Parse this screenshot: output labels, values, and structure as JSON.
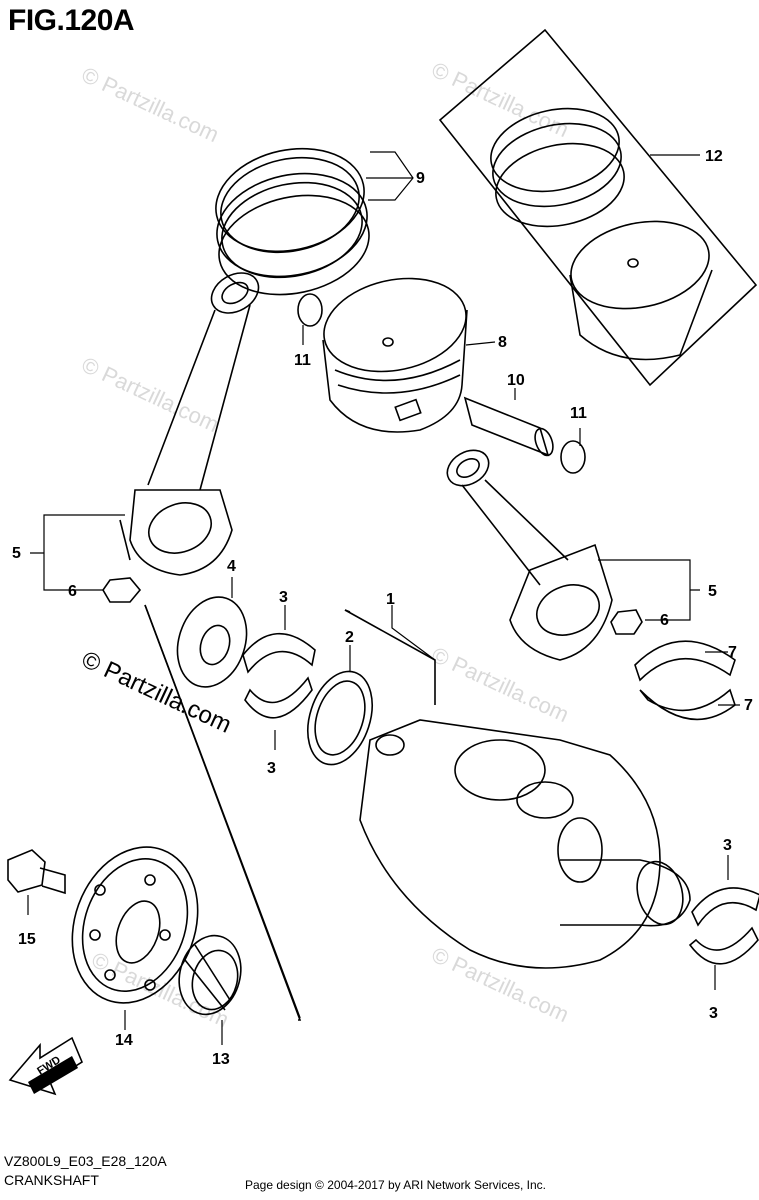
{
  "figure": {
    "title": "FIG.120A",
    "model_code": "VZ800L9_E03_E28_120A",
    "caption": "CRANKSHAFT",
    "footer": "Page design © 2004-2017 by ARI Network Services, Inc."
  },
  "watermark": {
    "text": "© Partzilla.com"
  },
  "fwd_arrow": {
    "label": "FWD"
  },
  "callouts": [
    {
      "id": "c1",
      "label": "1"
    },
    {
      "id": "c2",
      "label": "2"
    },
    {
      "id": "c3a",
      "label": "3"
    },
    {
      "id": "c3b",
      "label": "3"
    },
    {
      "id": "c3c",
      "label": "3"
    },
    {
      "id": "c3d",
      "label": "3"
    },
    {
      "id": "c4",
      "label": "4"
    },
    {
      "id": "c5a",
      "label": "5"
    },
    {
      "id": "c5b",
      "label": "5"
    },
    {
      "id": "c6a",
      "label": "6"
    },
    {
      "id": "c6b",
      "label": "6"
    },
    {
      "id": "c7a",
      "label": "7"
    },
    {
      "id": "c7b",
      "label": "7"
    },
    {
      "id": "c8",
      "label": "8"
    },
    {
      "id": "c9",
      "label": "9"
    },
    {
      "id": "c10",
      "label": "10"
    },
    {
      "id": "c11a",
      "label": "11"
    },
    {
      "id": "c11b",
      "label": "11"
    },
    {
      "id": "c12",
      "label": "12"
    },
    {
      "id": "c13",
      "label": "13"
    },
    {
      "id": "c14",
      "label": "14"
    },
    {
      "id": "c15",
      "label": "15"
    }
  ]
}
